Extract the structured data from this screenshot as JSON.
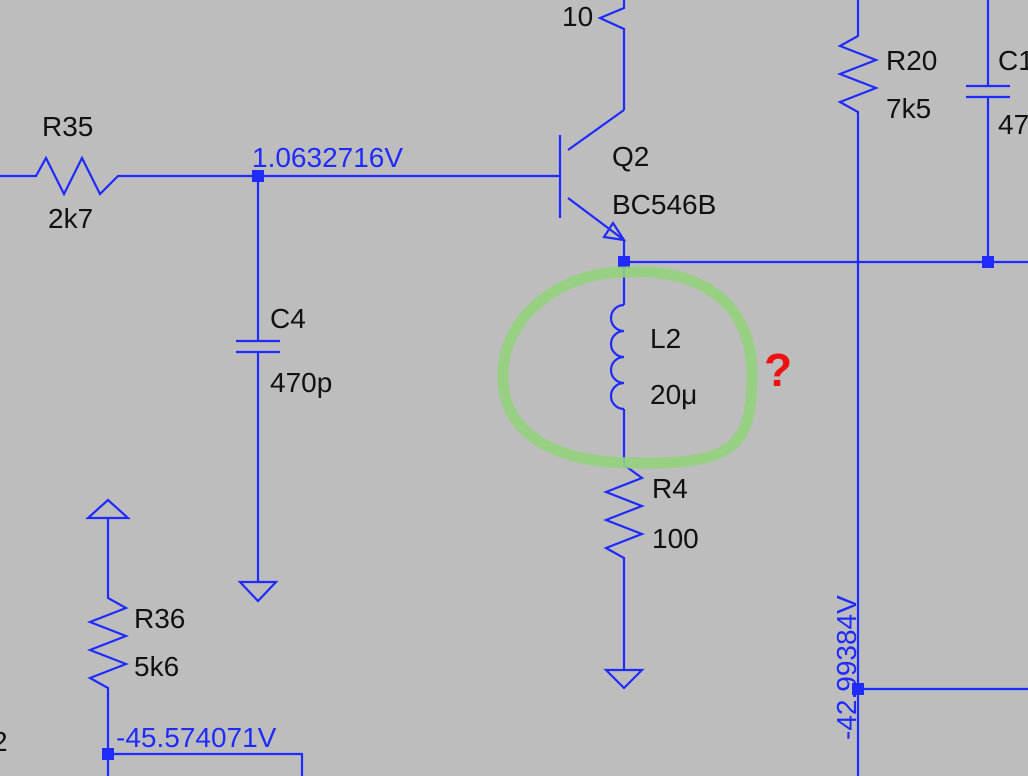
{
  "schematic": {
    "colors": {
      "background": "#bdbdbd",
      "wire": "#1f2bff",
      "label": "#111111",
      "highlight": "#93d17c",
      "question": "#ee1111"
    },
    "components": {
      "r_top": {
        "value": "10"
      },
      "r35": {
        "ref": "R35",
        "value": "2k7"
      },
      "r20": {
        "ref": "R20",
        "value": "7k5"
      },
      "c1": {
        "ref": "C1",
        "value": "47"
      },
      "q2": {
        "ref": "Q2",
        "value": "BC546B"
      },
      "c4": {
        "ref": "C4",
        "value": "470p"
      },
      "l2": {
        "ref": "L2",
        "value": "20μ"
      },
      "r4": {
        "ref": "R4",
        "value": "100"
      },
      "r36": {
        "ref": "R36",
        "value": "5k6"
      }
    },
    "net_labels": {
      "base_voltage": "1.0632716V",
      "r36_voltage": "-45.574071V",
      "right_voltage": "-42.99384V",
      "left_edge": "2"
    },
    "annotation": {
      "question": "?"
    }
  }
}
